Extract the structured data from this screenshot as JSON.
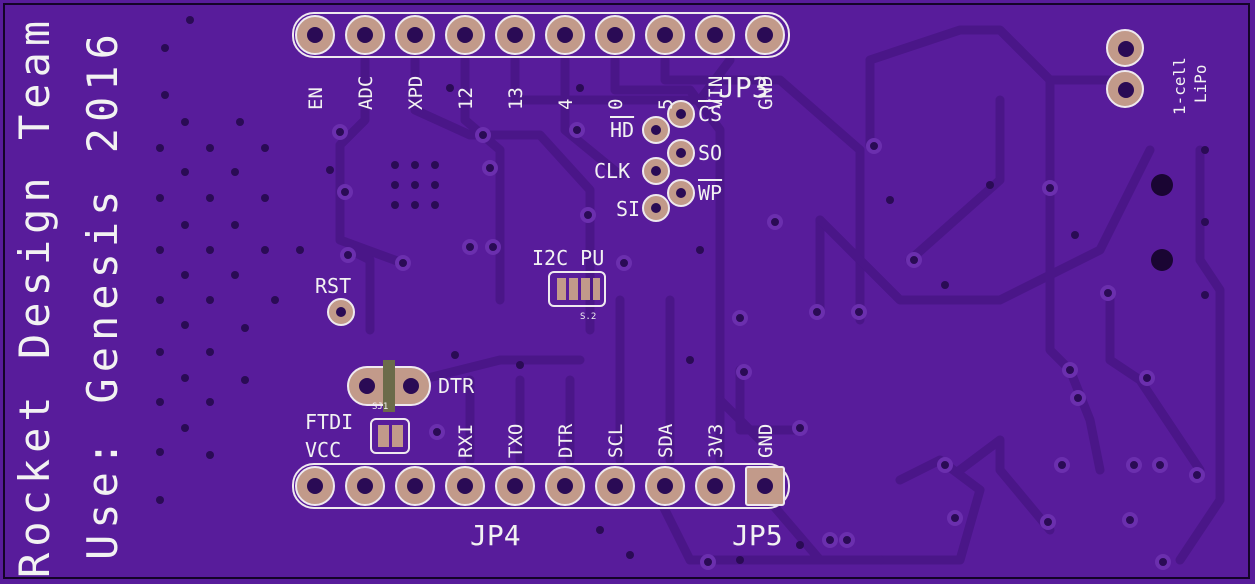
{
  "board_text": {
    "team": "Rocket Design Team",
    "use": "Use: Genesis 2016",
    "battery": "1-cell",
    "battery2": "LiPo",
    "rst": "RST",
    "dtr": "DTR",
    "ftdi": "FTDI",
    "vcc": "VCC",
    "i2c": "I2C PU",
    "jp3": "JP3",
    "jp4": "JP4",
    "jp5": "JP5",
    "sj2": "S.2",
    "sj1": "SJ1"
  },
  "top_header_pins": [
    "EN",
    "ADC",
    "XPD",
    "12",
    "13",
    "4",
    "0",
    "5",
    "VIN",
    "GND"
  ],
  "bottom_header_pins": [
    "FTDI",
    "VCC",
    "RXI",
    "TXO",
    "DTR",
    "SCL",
    "SDA",
    "3V3",
    "GND"
  ],
  "spi_pins": {
    "cs": "CS",
    "hd": "HD",
    "so": "SO",
    "clk": "CLK",
    "wp": "WP",
    "si": "SI"
  },
  "colors": {
    "board": "#581c9b",
    "silkscreen": "#f2f2f2",
    "copper_pad": "#c29a8a"
  }
}
